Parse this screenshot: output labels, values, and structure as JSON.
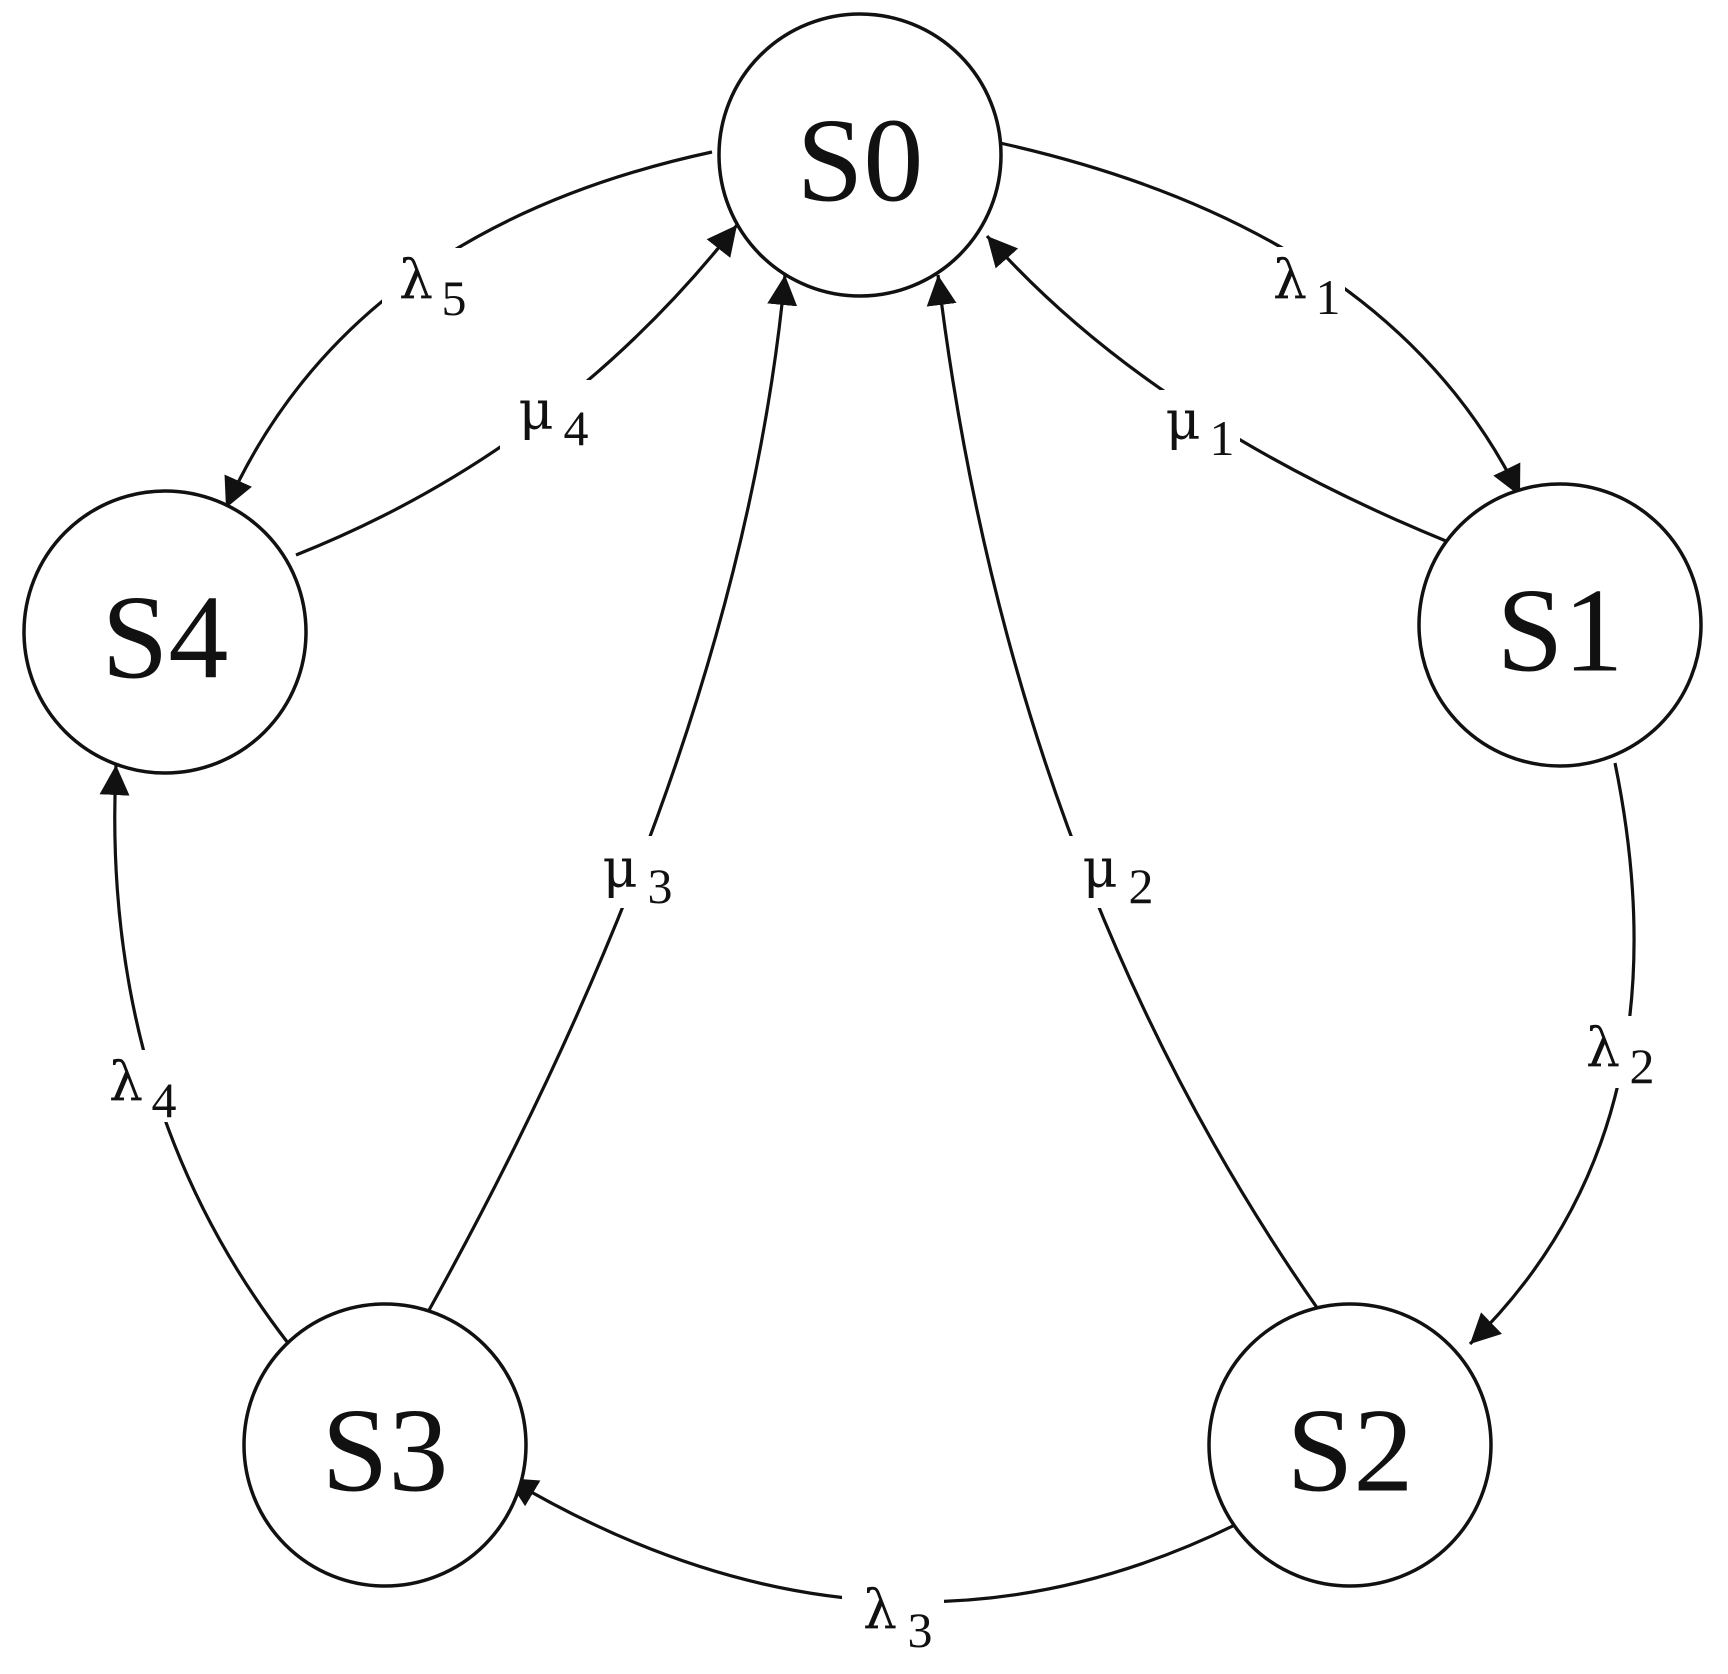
{
  "diagram": {
    "states": [
      {
        "id": "s0",
        "label": "S0"
      },
      {
        "id": "s1",
        "label": "S1"
      },
      {
        "id": "s2",
        "label": "S2"
      },
      {
        "id": "s3",
        "label": "S3"
      },
      {
        "id": "s4",
        "label": "S4"
      }
    ],
    "transitions": [
      {
        "id": "lambda1",
        "from": "S0",
        "to": "S1",
        "symbol": "λ",
        "subscript": "1"
      },
      {
        "id": "lambda2",
        "from": "S1",
        "to": "S2",
        "symbol": "λ",
        "subscript": "2"
      },
      {
        "id": "lambda3",
        "from": "S2",
        "to": "S3",
        "symbol": "λ",
        "subscript": "3"
      },
      {
        "id": "lambda4",
        "from": "S3",
        "to": "S4",
        "symbol": "λ",
        "subscript": "4"
      },
      {
        "id": "lambda5",
        "from": "S0",
        "to": "S4",
        "symbol": "λ",
        "subscript": "5"
      },
      {
        "id": "mu1",
        "from": "S1",
        "to": "S0",
        "symbol": "μ",
        "subscript": "1"
      },
      {
        "id": "mu2",
        "from": "S2",
        "to": "S0",
        "symbol": "μ",
        "subscript": "2"
      },
      {
        "id": "mu3",
        "from": "S3",
        "to": "S0",
        "symbol": "μ",
        "subscript": "3"
      },
      {
        "id": "mu4",
        "from": "S4",
        "to": "S0",
        "symbol": "μ",
        "subscript": "4"
      }
    ]
  }
}
